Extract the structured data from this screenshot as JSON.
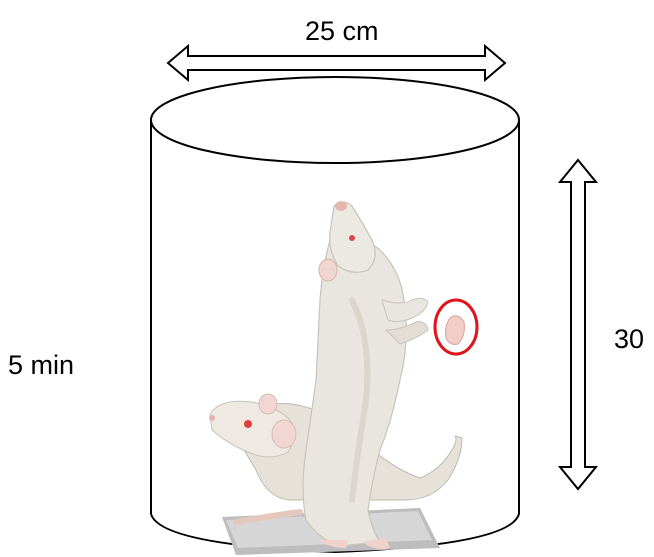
{
  "labels": {
    "width": "25 cm",
    "height": "30",
    "duration": "5 min"
  },
  "colors": {
    "outline": "#000000",
    "highlight_circle": "#e0141c",
    "rat_fur": "#e9e6df",
    "rat_shadow": "#c9c4ba",
    "background": "#ffffff"
  },
  "icons": {
    "width_arrow": "double-headed-horizontal-arrow",
    "height_arrow": "double-headed-vertical-arrow"
  }
}
